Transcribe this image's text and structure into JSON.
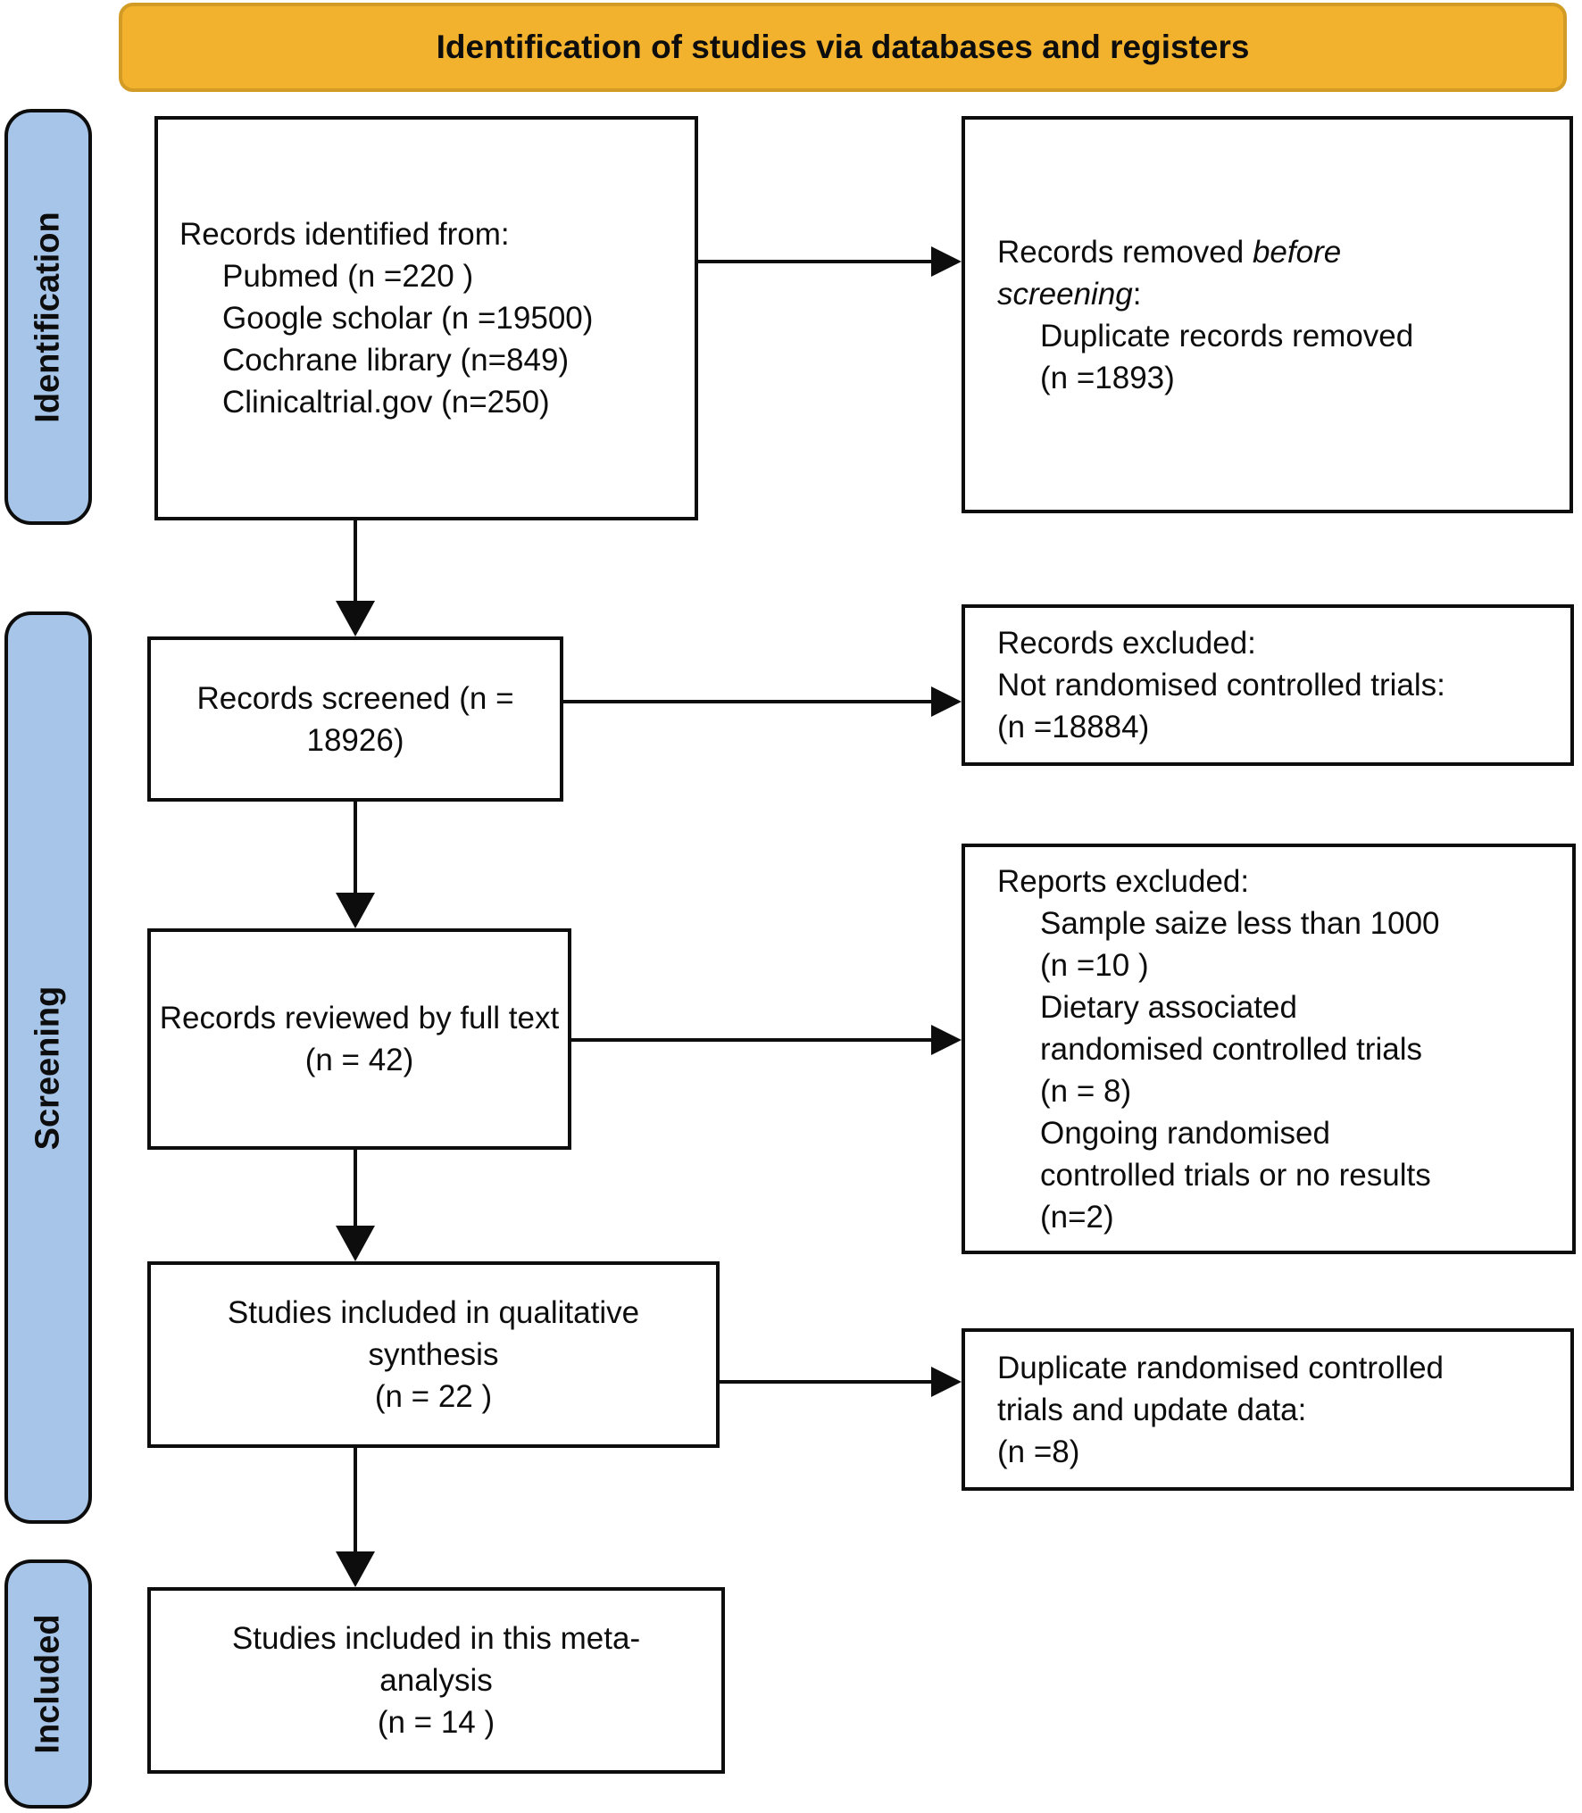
{
  "title": {
    "text": "Identification of studies via databases and registers"
  },
  "side_labels": [
    {
      "id": "identification",
      "label": "Identification"
    },
    {
      "id": "screening",
      "label": "Screening"
    },
    {
      "id": "included",
      "label": "Included"
    }
  ],
  "colors": {
    "title_fill": "#F2B22E",
    "title_border": "#D29B25",
    "band_fill": "#A7C5E8",
    "line": "#0D0D0D"
  },
  "boxes": {
    "identified": {
      "align": "left",
      "lines": [
        {
          "indent": 0,
          "segments": [
            {
              "text": "Records identified from:"
            }
          ]
        },
        {
          "indent": 1,
          "segments": [
            {
              "text": "Pubmed (n =220 )"
            }
          ]
        },
        {
          "indent": 1,
          "segments": [
            {
              "text": "Google scholar (n =19500)"
            }
          ]
        },
        {
          "indent": 1,
          "segments": [
            {
              "text": "Cochrane library (n=849)"
            }
          ]
        },
        {
          "indent": 1,
          "segments": [
            {
              "text": "Clinicaltrial.gov (n=250)"
            }
          ]
        }
      ]
    },
    "removed": {
      "align": "left",
      "lines": [
        {
          "indent": 0,
          "segments": [
            {
              "text": "Records removed "
            },
            {
              "text": "before",
              "italic": true
            }
          ]
        },
        {
          "indent": 0,
          "segments": [
            {
              "text": "screening",
              "italic": true
            },
            {
              "text": ":"
            }
          ]
        },
        {
          "indent": 1,
          "segments": [
            {
              "text": "Duplicate records removed"
            }
          ]
        },
        {
          "indent": 1,
          "segments": [
            {
              "text": "(n =1893)"
            }
          ]
        }
      ]
    },
    "screened": {
      "align": "center",
      "lines": [
        {
          "indent": 0,
          "segments": [
            {
              "text": "Records screened (n ="
            }
          ]
        },
        {
          "indent": 0,
          "segments": [
            {
              "text": "18926)"
            }
          ]
        }
      ]
    },
    "excluded": {
      "align": "left",
      "lines": [
        {
          "indent": 0,
          "segments": [
            {
              "text": "Records excluded:"
            }
          ]
        },
        {
          "indent": 0,
          "segments": [
            {
              "text": "Not randomised controlled trials:"
            }
          ]
        },
        {
          "indent": 0,
          "segments": [
            {
              "text": "(n =18884)"
            }
          ]
        }
      ]
    },
    "fulltext": {
      "align": "center",
      "lines": [
        {
          "indent": 0,
          "segments": [
            {
              "text": "Records reviewed by full text"
            }
          ]
        },
        {
          "indent": 0,
          "segments": [
            {
              "text": "(n = 42)"
            }
          ]
        }
      ]
    },
    "reports": {
      "align": "left",
      "lines": [
        {
          "indent": 0,
          "segments": [
            {
              "text": "Reports excluded:"
            }
          ]
        },
        {
          "indent": 1,
          "segments": [
            {
              "text": "Sample saize less than 1000"
            }
          ]
        },
        {
          "indent": 1,
          "segments": [
            {
              "text": "(n =10 )"
            }
          ]
        },
        {
          "indent": 1,
          "segments": [
            {
              "text": "Dietary associated"
            }
          ]
        },
        {
          "indent": 1,
          "segments": [
            {
              "text": "randomised controlled trials"
            }
          ]
        },
        {
          "indent": 1,
          "segments": [
            {
              "text": "(n = 8)"
            }
          ]
        },
        {
          "indent": 1,
          "segments": [
            {
              "text": "Ongoing randomised"
            }
          ]
        },
        {
          "indent": 1,
          "segments": [
            {
              "text": "controlled trials or no results"
            }
          ]
        },
        {
          "indent": 1,
          "segments": [
            {
              "text": "(n=2)"
            }
          ]
        }
      ]
    },
    "qualitative": {
      "align": "center",
      "lines": [
        {
          "indent": 0,
          "segments": [
            {
              "text": "Studies included in qualitative"
            }
          ]
        },
        {
          "indent": 0,
          "segments": [
            {
              "text": "synthesis"
            }
          ]
        },
        {
          "indent": 0,
          "segments": [
            {
              "text": "(n = 22 )"
            }
          ]
        }
      ]
    },
    "duplicate": {
      "align": "left",
      "lines": [
        {
          "indent": 0,
          "segments": [
            {
              "text": "Duplicate randomised controlled"
            }
          ]
        },
        {
          "indent": 0,
          "segments": [
            {
              "text": "trials and update data:"
            }
          ]
        },
        {
          "indent": 0,
          "segments": [
            {
              "text": "(n =8)"
            }
          ]
        }
      ]
    },
    "meta": {
      "align": "center",
      "lines": [
        {
          "indent": 0,
          "segments": [
            {
              "text": "Studies included in this meta-"
            }
          ]
        },
        {
          "indent": 0,
          "segments": [
            {
              "text": "analysis"
            }
          ]
        },
        {
          "indent": 0,
          "segments": [
            {
              "text": "(n = 14 )"
            }
          ]
        }
      ]
    }
  }
}
